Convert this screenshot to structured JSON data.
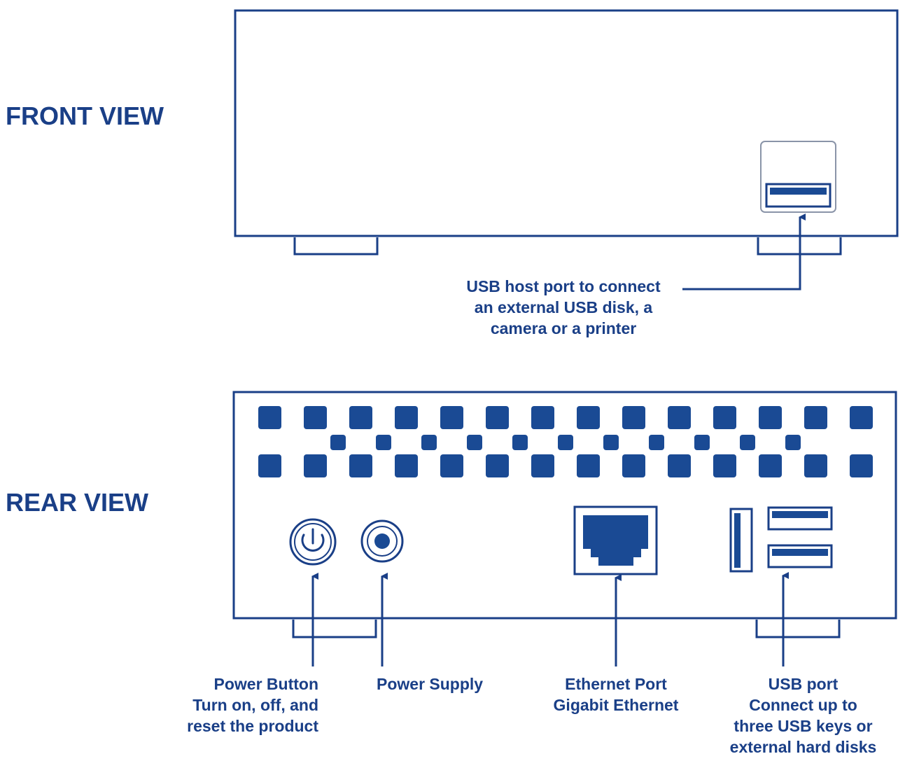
{
  "colors": {
    "line": "#1a3f87",
    "fill": "#1a4a94",
    "port_frame": "#8a94a8",
    "background": "#ffffff"
  },
  "front_view": {
    "title": "FRONT VIEW",
    "usb_host_callout": "USB host port to connect\nan external USB disk, a\ncamera or a printer"
  },
  "rear_view": {
    "title": "REAR VIEW",
    "callouts": {
      "power_button": "Power Button\nTurn on, off, and\nreset the product",
      "power_supply": "Power Supply",
      "ethernet": "Ethernet Port\nGigabit Ethernet",
      "usb": "USB port\nConnect up to\nthree USB keys or\nexternal hard disks"
    }
  },
  "icons": {
    "power_button": "power-symbol-icon",
    "power_supply": "dc-jack-icon",
    "ethernet": "rj45-port-icon",
    "usb": "usb-port-icon"
  }
}
